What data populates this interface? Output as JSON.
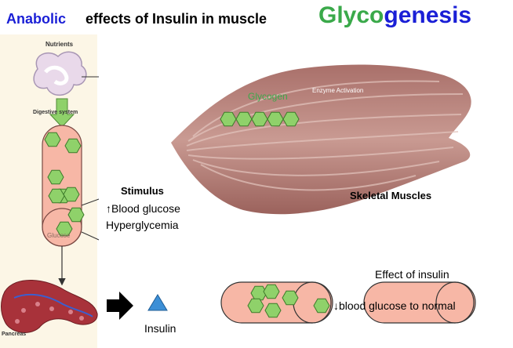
{
  "title": {
    "part1": "Anabolic",
    "part2": "effects of Insulin in muscle",
    "glyco": "Glyco",
    "genesis": "genesis"
  },
  "diagram": {
    "nutrients": "Nutrients",
    "digestive_system": "Digestive system",
    "glucose": "Glucose",
    "pancreas": "Pancreas",
    "stimulus_title": "Stimulus",
    "stimulus_line1": "↑Blood glucose",
    "stimulus_line2": "Hyperglycemia",
    "glycogen": "Glycogen",
    "enzyme_activation": "Enzyme Activation",
    "skeletal_muscles": "Skeletal Muscles",
    "insulin": "Insulin",
    "effect_of_insulin": "Effect of insulin",
    "blood_glucose_normal": "↓blood glucose to normal"
  },
  "colors": {
    "title_blue": "#1a1fd6",
    "glyco_green": "#3aa94a",
    "hexagon_fill": "#8fd16a",
    "vessel_fill": "#f7b7a6",
    "muscle_fill": "#b77c75",
    "insulin_blue": "#3c8fd6",
    "pancreas_fill": "#a8323a"
  }
}
